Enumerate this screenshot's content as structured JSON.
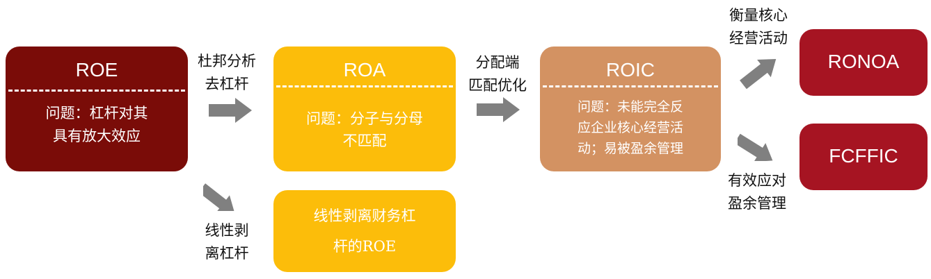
{
  "colors": {
    "roe": "#7a0c08",
    "roa": "#fcbd0a",
    "roic": "#d39262",
    "ronoa": "#a61422",
    "arrow": "#808080"
  },
  "boxes": {
    "roe": {
      "title": "ROE",
      "body": "问题：杠杆对其\n具有放大效应"
    },
    "roa": {
      "title": "ROA",
      "body": "问题：分子与分母\n不匹配"
    },
    "roic": {
      "title": "ROIC",
      "body": "问题：未能完全反\n应企业核心经营活\n动；易被盈余管理"
    },
    "linear": {
      "line1": "线性剥离财务杠",
      "line2": "杆的ROE"
    },
    "ronoa": {
      "title": "RONOA"
    },
    "fcffic": {
      "title": "FCFFIC"
    }
  },
  "labels": {
    "dupont": "杜邦分析\n去杠杆",
    "linear_strip": "线性剥\n离杠杆",
    "allocation": "分配端\n匹配优化",
    "core_ops": "衡量核心\n经营活动",
    "earnings_mgmt": "有效应对\n盈余管理"
  },
  "icons": {
    "arrow": "arrow-right-icon"
  }
}
